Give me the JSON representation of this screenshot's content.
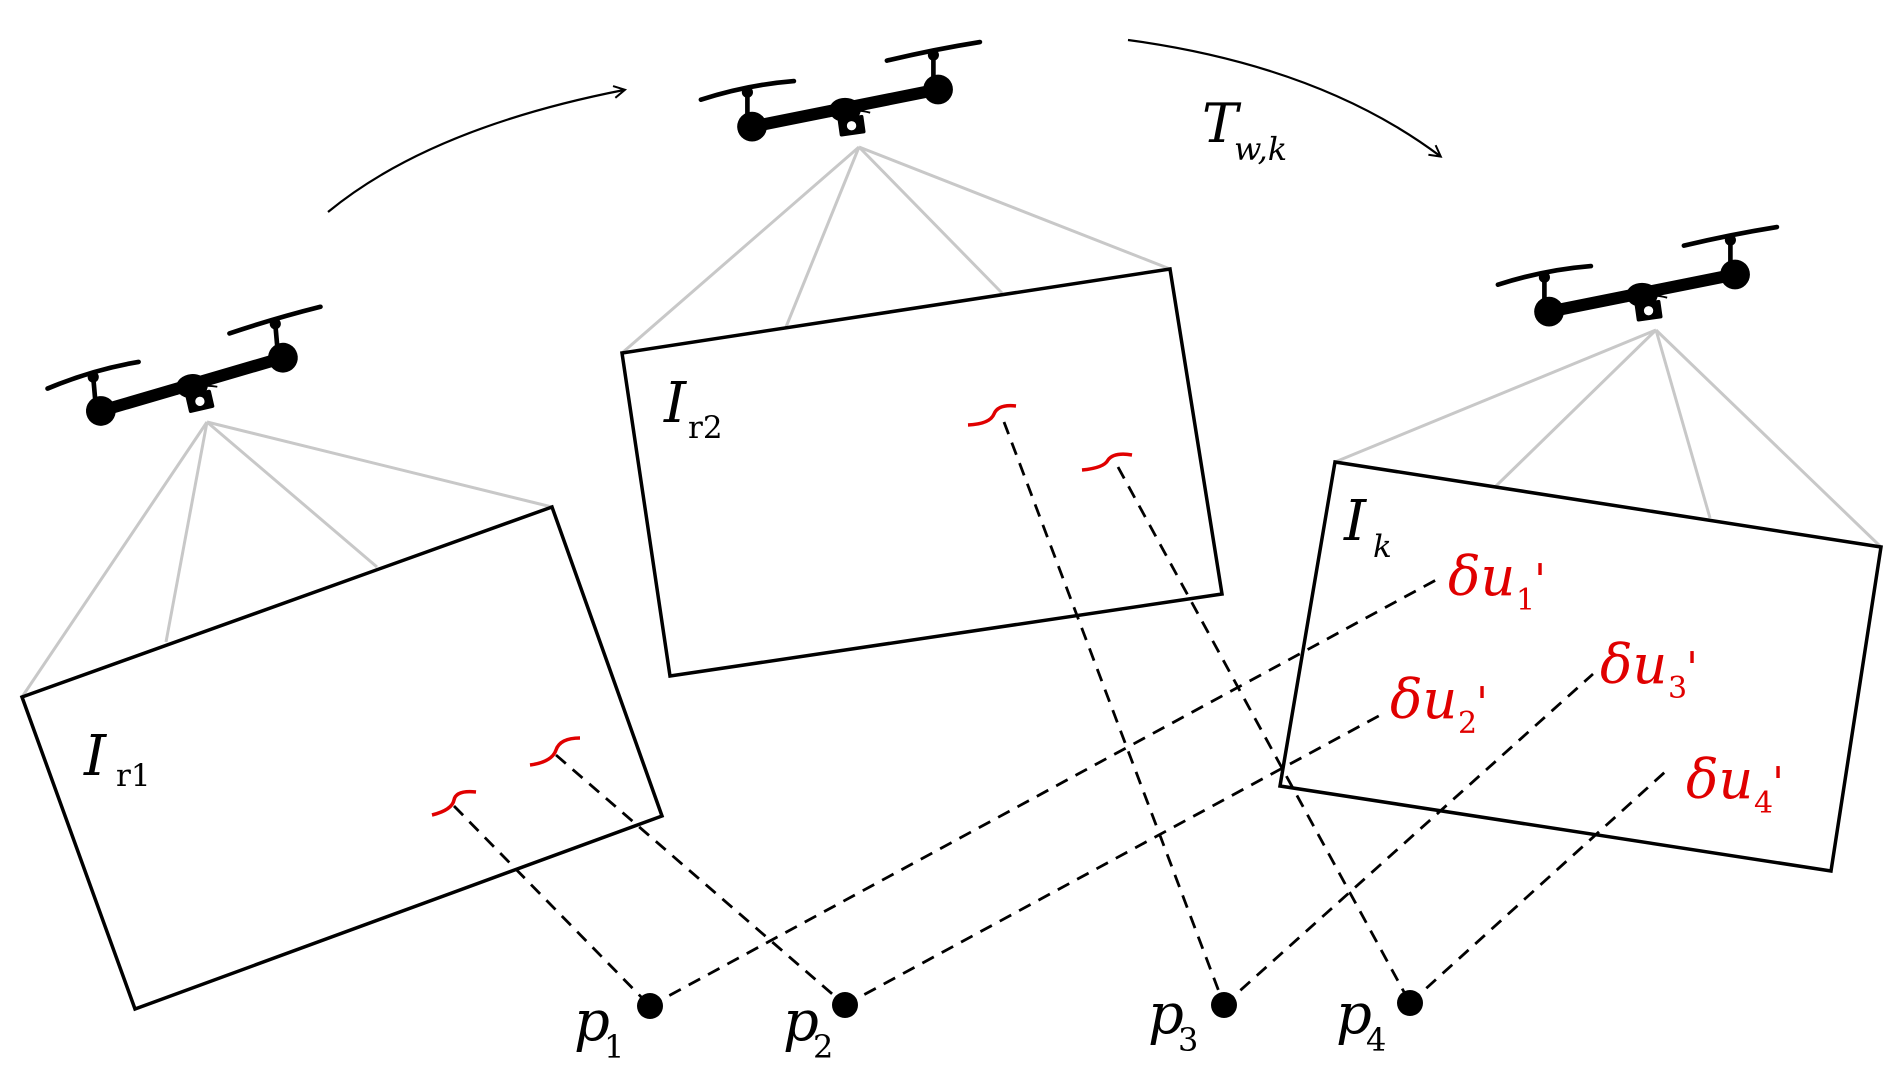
{
  "colors": {
    "ink": "#000000",
    "ray": "#c8c8c8",
    "feature": "#e00000"
  },
  "transform_label": {
    "main": "T",
    "sub": "w,k"
  },
  "frames": [
    {
      "id": "r1",
      "label": "I",
      "sub": "r1",
      "icon": "drone-icon"
    },
    {
      "id": "r2",
      "label": "I",
      "sub": "r2",
      "icon": "drone-icon"
    },
    {
      "id": "k",
      "label": "I",
      "sub": "k",
      "icon": "drone-icon"
    }
  ],
  "points": [
    {
      "main": "p",
      "sub": "1"
    },
    {
      "main": "p",
      "sub": "2"
    },
    {
      "main": "p",
      "sub": "3"
    },
    {
      "main": "p",
      "sub": "4"
    }
  ],
  "residuals": [
    {
      "main": "δu",
      "sub": "1",
      "prime": "'"
    },
    {
      "main": "δu",
      "sub": "2",
      "prime": "'"
    },
    {
      "main": "δu",
      "sub": "3",
      "prime": "'"
    },
    {
      "main": "δu",
      "sub": "4",
      "prime": "'"
    }
  ]
}
